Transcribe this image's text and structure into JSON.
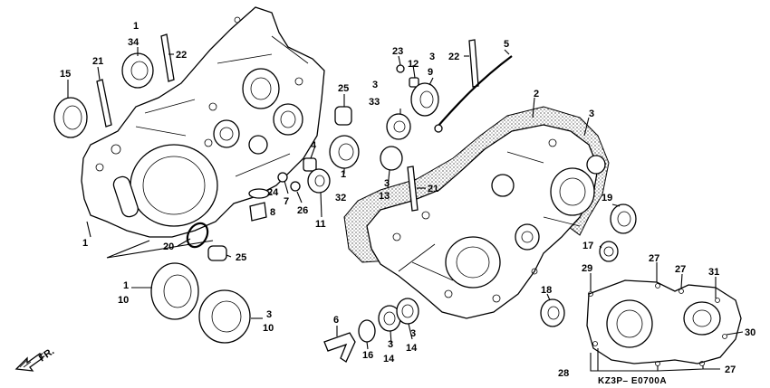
{
  "diagram": {
    "code": "KZ3P– E0700A",
    "direction": "FR.",
    "icons": {
      "direction_arrow": "arrow-left-down-icon"
    },
    "callouts": [
      {
        "id": "c1a",
        "text": "1"
      },
      {
        "id": "c34",
        "text": "34"
      },
      {
        "id": "c22a",
        "text": "22"
      },
      {
        "id": "c15",
        "text": "15"
      },
      {
        "id": "c21a",
        "text": "21"
      },
      {
        "id": "c1b",
        "text": "1"
      },
      {
        "id": "c25a",
        "text": "25"
      },
      {
        "id": "c4",
        "text": "4"
      },
      {
        "id": "c1c",
        "text": "1"
      },
      {
        "id": "c32",
        "text": "32"
      },
      {
        "id": "c24",
        "text": "24"
      },
      {
        "id": "c7",
        "text": "7"
      },
      {
        "id": "c8",
        "text": "8"
      },
      {
        "id": "c26",
        "text": "26"
      },
      {
        "id": "c11",
        "text": "11"
      },
      {
        "id": "c20",
        "text": "20"
      },
      {
        "id": "c25b",
        "text": "25"
      },
      {
        "id": "c1d",
        "text": "1"
      },
      {
        "id": "c10a",
        "text": "10"
      },
      {
        "id": "c3a",
        "text": "3"
      },
      {
        "id": "c10b",
        "text": "10"
      },
      {
        "id": "c23",
        "text": "23"
      },
      {
        "id": "c12",
        "text": "12"
      },
      {
        "id": "c3b",
        "text": "3"
      },
      {
        "id": "c9",
        "text": "9"
      },
      {
        "id": "c22b",
        "text": "22"
      },
      {
        "id": "c5",
        "text": "5"
      },
      {
        "id": "c3c",
        "text": "3"
      },
      {
        "id": "c33",
        "text": "33"
      },
      {
        "id": "c2",
        "text": "2"
      },
      {
        "id": "c3d",
        "text": "3"
      },
      {
        "id": "c3e",
        "text": "3"
      },
      {
        "id": "c13",
        "text": "13"
      },
      {
        "id": "c21b",
        "text": "21"
      },
      {
        "id": "c19",
        "text": "19"
      },
      {
        "id": "c17",
        "text": "17"
      },
      {
        "id": "c29",
        "text": "29"
      },
      {
        "id": "c27a",
        "text": "27"
      },
      {
        "id": "c27b",
        "text": "27"
      },
      {
        "id": "c31",
        "text": "31"
      },
      {
        "id": "c18",
        "text": "18"
      },
      {
        "id": "c30",
        "text": "30"
      },
      {
        "id": "c6",
        "text": "6"
      },
      {
        "id": "c16",
        "text": "16"
      },
      {
        "id": "c3f",
        "text": "3"
      },
      {
        "id": "c14a",
        "text": "14"
      },
      {
        "id": "c3g",
        "text": "3"
      },
      {
        "id": "c14b",
        "text": "14"
      },
      {
        "id": "c28",
        "text": "28"
      },
      {
        "id": "c27c",
        "text": "27"
      }
    ]
  }
}
